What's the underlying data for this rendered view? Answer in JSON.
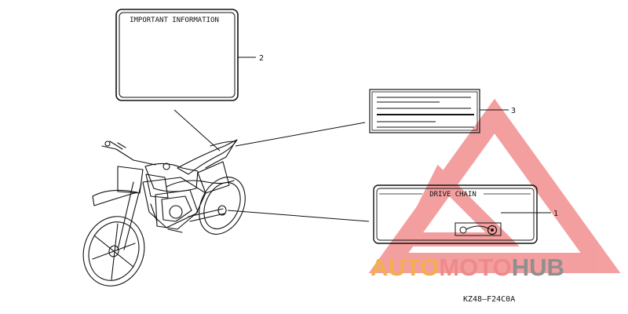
{
  "labels": {
    "important_information": "IMPORTANT INFORMATION",
    "drive_chain": "DRIVE CHAIN"
  },
  "callouts": {
    "c1": "1",
    "c2": "2",
    "c3": "3"
  },
  "part_code": "KZ48—F24C0A",
  "watermark": {
    "auto": "AUTO",
    "moto": "MOTO",
    "hub": "HUB",
    "colors": {
      "auto": "#f2b04a",
      "moto": "#ef8a8a",
      "hub": "#8f8f8f",
      "triangle": "#f08080"
    }
  }
}
